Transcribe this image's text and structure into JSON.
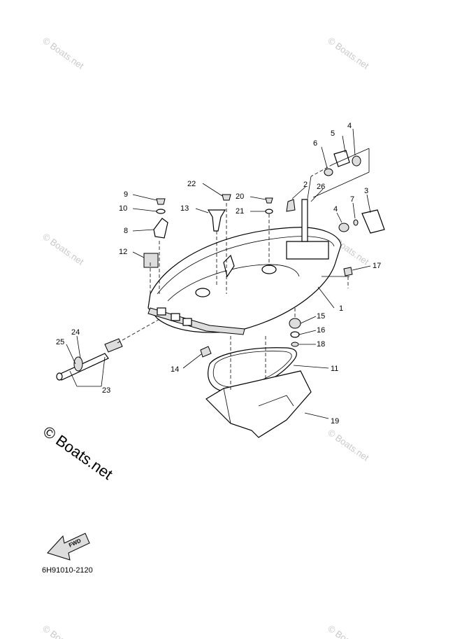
{
  "watermark": {
    "text": "© Boats.net",
    "large_text": "© Boats.net"
  },
  "diagram_code": "6H91010-2120",
  "fwd_label": "FWD",
  "callouts": {
    "c1": "1",
    "c2": "2",
    "c3": "3",
    "c4a": "4",
    "c4b": "4",
    "c5": "5",
    "c6": "6",
    "c7": "7",
    "c8": "8",
    "c9": "9",
    "c10": "10",
    "c11": "11",
    "c12": "12",
    "c13": "13",
    "c14": "14",
    "c15": "15",
    "c16": "16",
    "c17": "17",
    "c18": "18",
    "c19": "19",
    "c20": "20",
    "c21": "21",
    "c22": "22",
    "c23": "23",
    "c24": "24",
    "c25": "25",
    "c26": "26"
  }
}
